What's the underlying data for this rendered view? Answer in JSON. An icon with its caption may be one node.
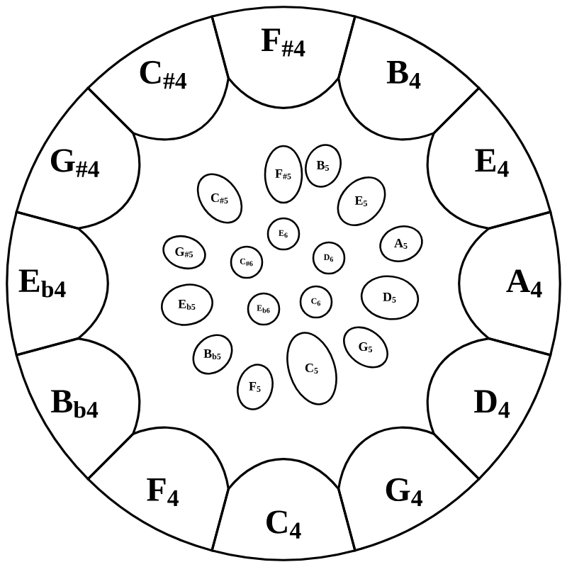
{
  "diagram": {
    "nodes": [
      {
        "text": [
          "C$_{#4}$"
        ]
      },
      {
        "text": [
          "F$_{#4}$"
        ]
      },
      {
        "text": [
          "B$_{4}$"
        ]
      },
      {
        "text": [
          "E$_{4}$"
        ]
      },
      {
        "text": [
          "A$_{4}$"
        ]
      },
      {
        "text": [
          "D$_{4}$"
        ]
      },
      {
        "text": [
          "G$_{4}$"
        ]
      },
      {
        "text": [
          "C$_{4}$"
        ]
      },
      {
        "text": [
          "F$_{4}$"
        ]
      },
      {
        "text": [
          "B$_{b4}$"
        ]
      },
      {
        "text": [
          "E$_{b4}$"
        ]
      },
      {
        "text": [
          "G$_{#4}$"
        ]
      },
      {
        "text": [
          "C$_{#5}$"
        ]
      },
      {
        "text": [
          "F$_{#5}$"
        ]
      },
      {
        "text": [
          "B$_{5}$"
        ]
      },
      {
        "text": [
          "E$_{5}$"
        ]
      },
      {
        "text": [
          "A$_{5}$"
        ]
      },
      {
        "text": [
          "D$_{5}$"
        ]
      },
      {
        "text": [
          "G$_{5}$"
        ]
      },
      {
        "text": [
          "C$_{5}$"
        ]
      },
      {
        "text": [
          "F$_{5}$"
        ]
      },
      {
        "text": [
          "B$_{b5}$"
        ]
      },
      {
        "text": [
          "E$_{b5}$"
        ]
      },
      {
        "text": [
          "G$_{#5}$"
        ]
      },
      {
        "text": [
          "C$_{#6}$"
        ]
      },
      {
        "text": [
          "E$_{6}$"
        ]
      },
      {
        "text": [
          "D$_{6}$"
        ]
      },
      {
        "text": [
          "C$_{6}$"
        ]
      },
      {
        "text": [
          "E$_{b6}$"
        ]
      }
    ]
  }
}
